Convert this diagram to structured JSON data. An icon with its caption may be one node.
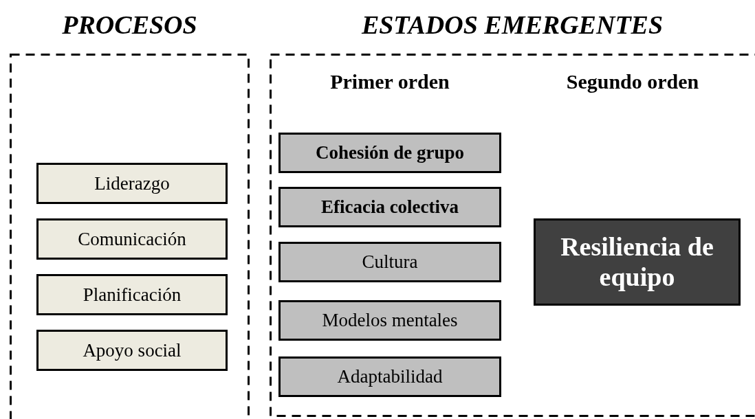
{
  "diagram": {
    "nodes": [
      {
        "text": [
          "PROCESOS"
        ]
      },
      {
        "text": [
          "Liderazgo"
        ],
        "in": 0
      },
      {
        "text": [
          "Comunicación"
        ],
        "in": 0
      },
      {
        "text": [
          "Planificación"
        ],
        "in": 0
      },
      {
        "text": [
          "Apoyo social"
        ],
        "in": 0
      },
      {
        "text": [
          "ESTADOS EMERGENTES",
          "Primer orden",
          "Segundo orden"
        ]
      },
      {
        "text": [
          "Cohesión de grupo"
        ],
        "in": 5
      },
      {
        "text": [
          "Eficacia colectiva"
        ],
        "in": 5
      },
      {
        "text": [
          "Cultura"
        ],
        "in": 5
      },
      {
        "text": [
          "Modelos mentales"
        ],
        "in": 5
      },
      {
        "text": [
          "Adaptabilidad"
        ],
        "in": 5
      },
      {
        "text": [
          "Resiliencia de equipo"
        ],
        "in": 5
      }
    ]
  }
}
